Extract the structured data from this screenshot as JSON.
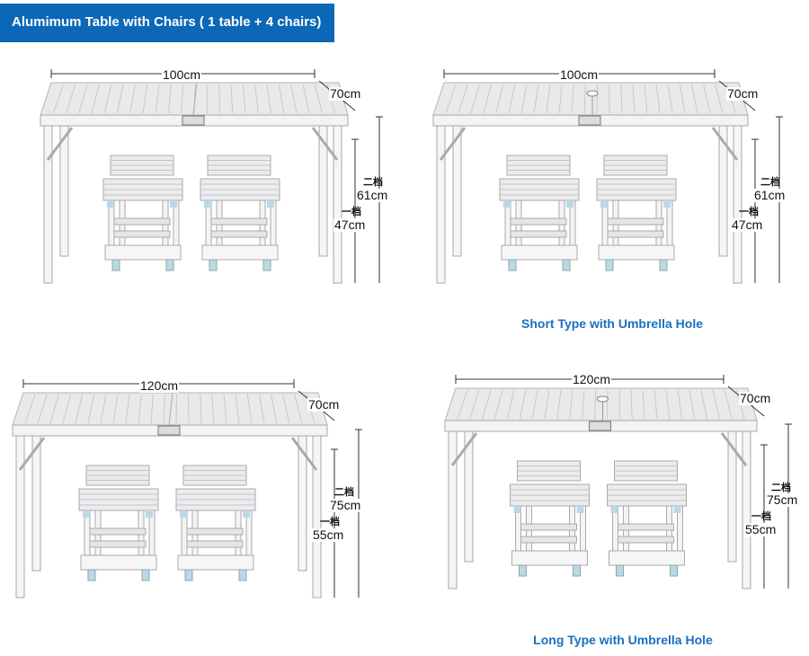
{
  "title": "Alumimum Table with Chairs ( 1 table + 4 chairs)",
  "colors": {
    "banner": "#0c68b7",
    "caption": "#1a6fc0"
  },
  "panels": [
    {
      "width": "100cm",
      "depth": "70cm",
      "high_level": "二档",
      "high": "61cm",
      "low_level": "一档",
      "low": "47cm",
      "umbrella_hole": false,
      "caption": ""
    },
    {
      "width": "100cm",
      "depth": "70cm",
      "high_level": "二档",
      "high": "61cm",
      "low_level": "一档",
      "low": "47cm",
      "umbrella_hole": true,
      "caption": "Short Type with Umbrella Hole"
    },
    {
      "width": "120cm",
      "depth": "70cm",
      "high_level": "二档",
      "high": "75cm",
      "low_level": "一档",
      "low": "55cm",
      "umbrella_hole": false,
      "caption": ""
    },
    {
      "width": "120cm",
      "depth": "70cm",
      "high_level": "二档",
      "high": "75cm",
      "low_level": "一档",
      "low": "55cm",
      "umbrella_hole": true,
      "caption": "Long Type with Umbrella Hole"
    }
  ]
}
